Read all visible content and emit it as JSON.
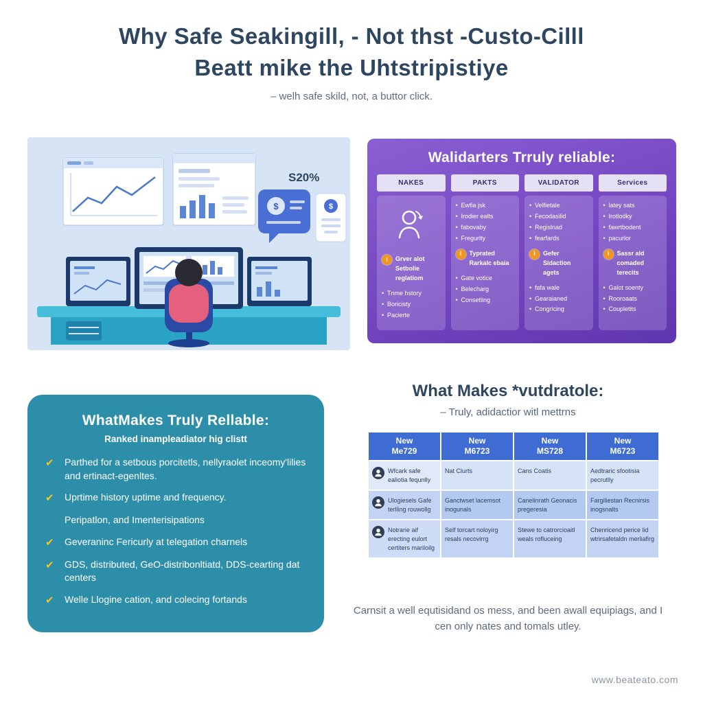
{
  "header": {
    "title_line1": "Why Safe Seakingill, - Not thst -Custo-Cilll",
    "title_line2": "Beatt mike the Uhtstripistiye",
    "subtitle": "– welh safe skild, not, a buttor click."
  },
  "illustration": {
    "badge": "S20%",
    "dollar": "$"
  },
  "validators": {
    "title": "Walidarters Trruly reliable:",
    "info_glyph": "i",
    "columns": [
      {
        "header": "NAKES",
        "bullets": [],
        "note": "Grver alot Setbolie reglatiom",
        "bullets2": [
          "Tnme hstory",
          "Boricisty",
          "Pacierte"
        ]
      },
      {
        "header": "PAKTS",
        "bullets": [
          "Ewfia jsk",
          "Irodier ealts",
          "fabovaby",
          "Fregurlty"
        ],
        "note": "Typrated Rarkalc ebaia",
        "bullets2": [
          "Gate votice",
          "Belecharg",
          "Consetling"
        ]
      },
      {
        "header": "VALIDATOR",
        "bullets": [
          "Velfietale",
          "Fecodasilid",
          "Regislnad",
          "fearfards"
        ],
        "note": "Gefer Sidaction agets",
        "bullets2": [
          "fafa wale",
          "Gearaianed",
          "Congricing"
        ]
      },
      {
        "header": "Services",
        "bullets": [
          "latey sats",
          "Irotlodky",
          "fawrtbodent",
          "pacurlor"
        ],
        "note": "Sassr ald comaded terecits",
        "bullets2": [
          "Galot soenty",
          "Rooroaats",
          "Coupletits"
        ]
      }
    ]
  },
  "reliable": {
    "title": "WhatMakes Truly Rellable:",
    "subtitle": "Ranked inampleadiator hig clistt",
    "check_glyph": "✔",
    "items": [
      {
        "check": true,
        "text": "Parthed for a setbous porcitetls, nellyraolet inceomy'lilies and ertinact-egenltes."
      },
      {
        "check": true,
        "text": "Uprtime history uptime and frequency."
      },
      {
        "check": false,
        "text": "Peripatlon, and Imenterisipations"
      },
      {
        "check": true,
        "text": "Geveraninc Fericurly at telegation charnels"
      },
      {
        "check": true,
        "text": "GDS, distributed, GeO-distribonltiatd, DDS-cearting dat centers"
      },
      {
        "check": true,
        "text": "Welle Llogine cation, and colecing fortands"
      }
    ]
  },
  "metrics": {
    "title": "What Makes *vutdratole:",
    "subtitle": "– Truly, adidactior witl mettrns",
    "table": {
      "headers": [
        {
          "line1": "New",
          "line2": "Me729"
        },
        {
          "line1": "New",
          "line2": "M6723"
        },
        {
          "line1": "New",
          "line2": "MS728"
        },
        {
          "line1": "New",
          "line2": "M6723"
        }
      ],
      "rows": [
        [
          "Wfcark safe ealiotia fequnlly",
          "Nat Clurts",
          "Cans Coatis",
          "Aedtraric sfootisia pecrutlly"
        ],
        [
          "Ulogiesels Gafe terlling rouwollg",
          "Ganctwset lacemsot inogunals",
          "Canelinrath Geonacis pregeresia",
          "Fargiliestan Recnirsis inogsnalts"
        ],
        [
          "Notrarie aif erecting eulort certiters mariloilg",
          "Self torcart noloyirg resals necovirrg",
          "Stewe to catrorcioaitl weals rofluceing",
          "Chenricend perice lid wtrirsafetaldn merliafirg"
        ]
      ]
    },
    "caption": "Carnsit a well equtisidand os mess, and been awall equipiags, and I cen only nates and tomals utley."
  },
  "footer": {
    "website": "www.beateato.com"
  },
  "colors": {
    "navy": "#2e4660",
    "purple": "#7446c2",
    "teal": "#2d8ea9",
    "table_blue": "#3e6cd3",
    "accent_orange": "#f0971f",
    "check_yellow": "#f3c623"
  }
}
